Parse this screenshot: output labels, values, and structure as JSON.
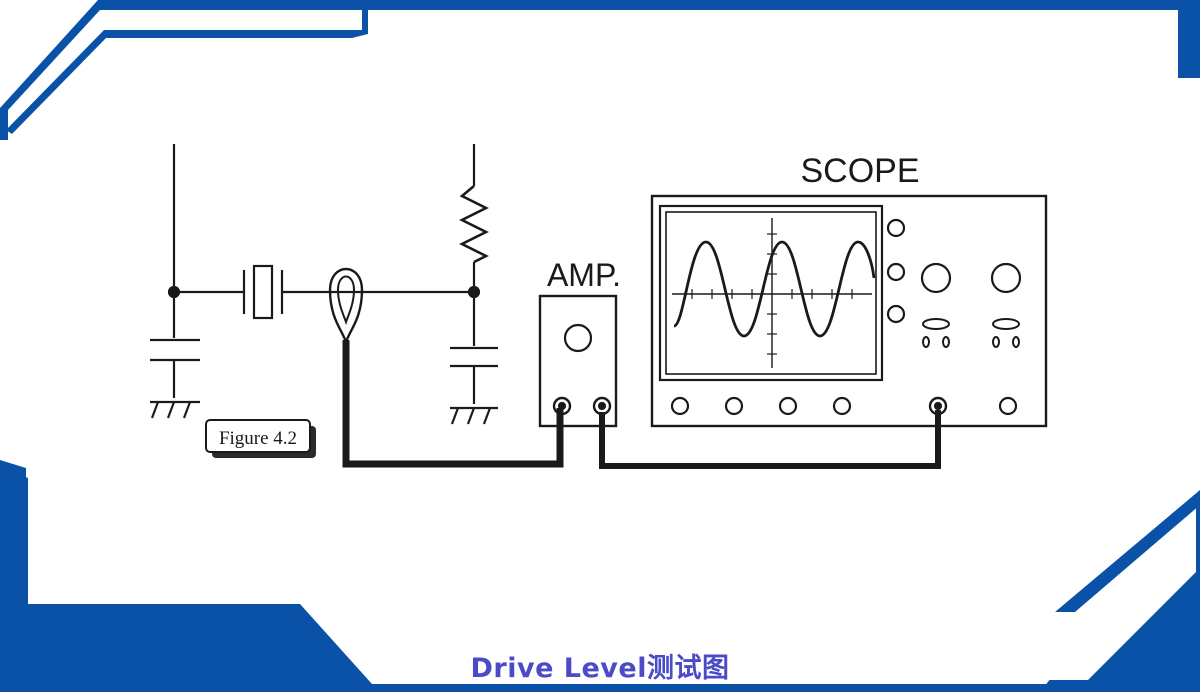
{
  "diagram": {
    "scope_label": "SCOPE",
    "amp_label": "AMP.",
    "figure_tag": "Figure 4.2"
  },
  "caption": "Drive Level测试图",
  "colors": {
    "frame_blue": "#0a52a8",
    "ink": "#1a1a1a",
    "caption": "#4b4bc8"
  }
}
